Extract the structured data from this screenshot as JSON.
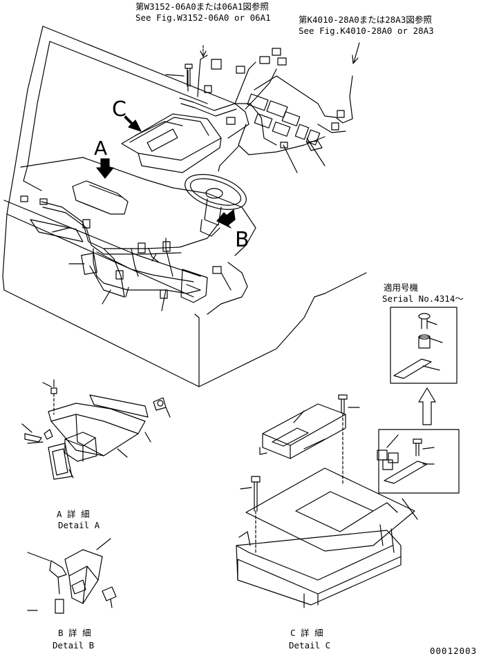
{
  "references": {
    "left": {
      "line_jp": "第W3152-06A0または06A1図参照",
      "line_en": "See Fig.W3152-06A0 or 06A1"
    },
    "right": {
      "line_jp": "第K4010-28A0または28A3図参照",
      "line_en": "See Fig.K4010-28A0 or 28A3"
    }
  },
  "view_markers": {
    "a": "A",
    "b": "B",
    "c": "C"
  },
  "serial_note": {
    "line_jp": "適用号機",
    "line_en": "Serial No.4314～"
  },
  "details": {
    "a": {
      "line_jp": "A 詳 細",
      "line_en": "Detail A"
    },
    "b": {
      "line_jp": "B 詳 細",
      "line_en": "Detail B"
    },
    "c": {
      "line_jp": "C 詳 細",
      "line_en": "Detail C"
    }
  },
  "drawing_number": "00012003"
}
